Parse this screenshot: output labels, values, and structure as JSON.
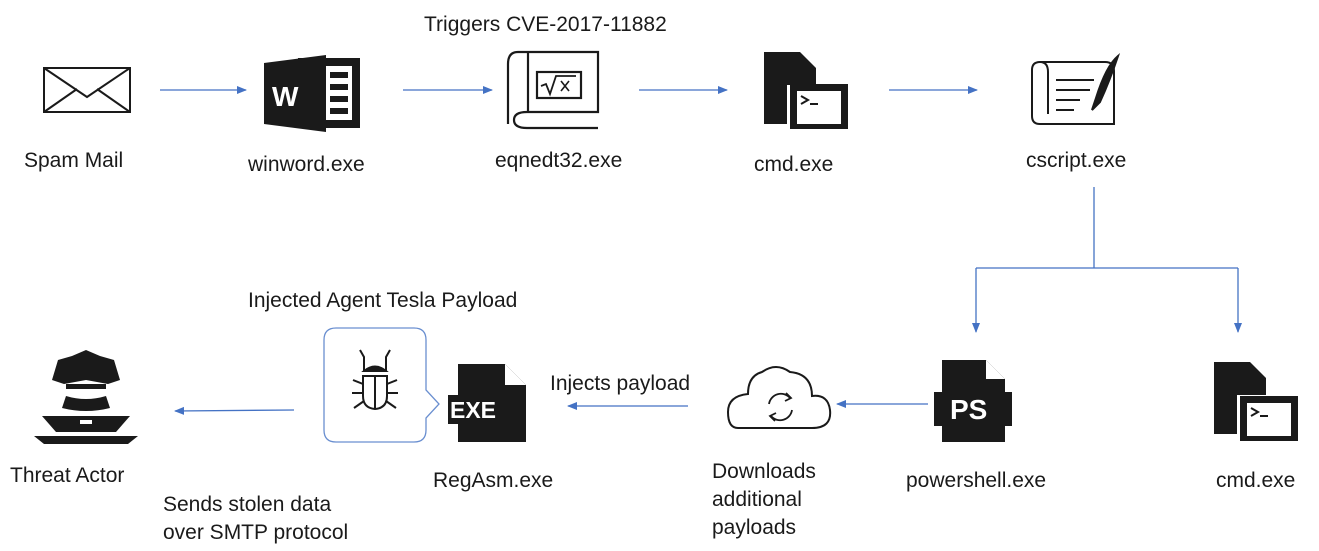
{
  "diagram": {
    "nodes": {
      "spam_mail": {
        "label": "Spam Mail",
        "icon": "envelope-icon"
      },
      "winword": {
        "label": "winword.exe",
        "icon": "word-icon"
      },
      "eqnedt32": {
        "label": "eqnedt32.exe",
        "icon": "equation-book-icon"
      },
      "cmd_top": {
        "label": "cmd.exe",
        "icon": "terminal-file-icon"
      },
      "cscript": {
        "label": "cscript.exe",
        "icon": "script-scroll-icon"
      },
      "powershell": {
        "label": "powershell.exe",
        "icon": "ps-file-icon"
      },
      "cmd_right": {
        "label": "cmd.exe",
        "icon": "terminal-file-icon"
      },
      "cloud": {
        "label_lines": [
          "Downloads",
          "additional",
          "payloads"
        ],
        "icon": "cloud-sync-icon"
      },
      "regasm": {
        "label": "RegAsm.exe",
        "icon": "exe-file-icon"
      },
      "payload": {
        "icon": "bug-icon"
      },
      "threat_actor": {
        "label": "Threat Actor",
        "icon": "hacker-icon"
      }
    },
    "annotations": {
      "triggers": "Triggers CVE-2017-11882",
      "injected": "Injected Agent Tesla Payload",
      "injects": "Injects payload",
      "sends_lines": [
        "Sends stolen data",
        "over SMTP protocol"
      ]
    },
    "colors": {
      "arrow": "#4472c4",
      "icon": "#1a1a1a",
      "box": "#6a8fd0"
    }
  }
}
